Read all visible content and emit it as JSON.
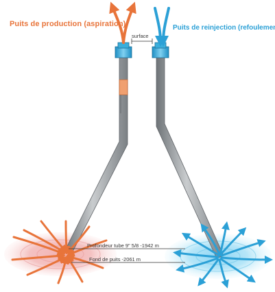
{
  "titles": {
    "production": "Puits de production (aspiration)",
    "reinjection": "Puits de reinjection (refoulement)"
  },
  "labels": {
    "surface": "surface",
    "tube_depth": "Profondeur tube 9\" 5/8  -1942 m",
    "well_bottom": "Fond de puits  -2061 m"
  },
  "colors": {
    "production": "#e8743a",
    "reinjection": "#2ba0d6",
    "pipe": "#9a9fa4"
  }
}
